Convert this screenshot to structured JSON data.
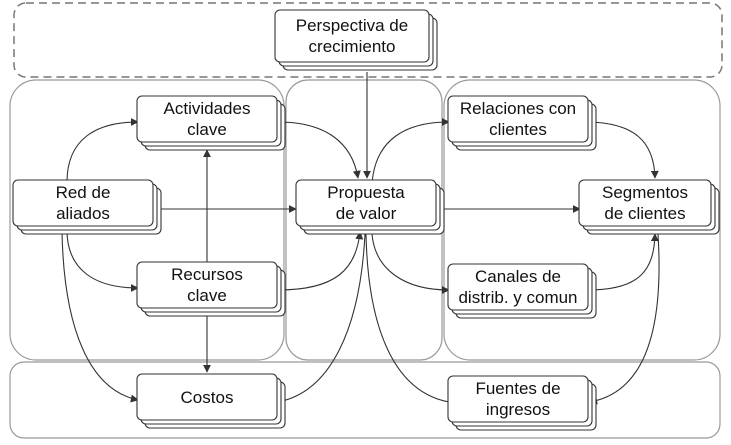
{
  "nodes": {
    "perspectiva": {
      "lines": [
        "Perspectiva de",
        "crecimiento"
      ]
    },
    "actividades": {
      "lines": [
        "Actividades",
        "clave"
      ]
    },
    "red": {
      "lines": [
        "Red de",
        "aliados"
      ]
    },
    "recursos": {
      "lines": [
        "Recursos",
        "clave"
      ]
    },
    "costos": {
      "lines": [
        "Costos"
      ]
    },
    "propuesta": {
      "lines": [
        "Propuesta",
        "de valor"
      ]
    },
    "relaciones": {
      "lines": [
        "Relaciones con",
        "clientes"
      ]
    },
    "segmentos": {
      "lines": [
        "Segmentos",
        "de clientes"
      ]
    },
    "canales": {
      "lines": [
        "Canales de",
        "distrib. y comun"
      ]
    },
    "fuentes": {
      "lines": [
        "Fuentes de",
        "ingresos"
      ]
    }
  },
  "colors": {
    "stroke": "#333333",
    "region": "#999999",
    "dashed": "#777777",
    "text": "#111111"
  }
}
